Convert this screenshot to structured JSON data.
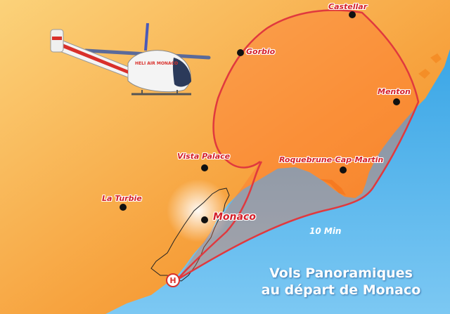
{
  "colors": {
    "land_top": "#f9c063",
    "land_bottom": "#f58a1f",
    "sea": "#5ab6ec",
    "route_stroke": "#e0393e",
    "route_fill": "#ff6a2a",
    "label": "#d4202a"
  },
  "icons": {
    "helicopter": "helicopter-icon",
    "heliport": "heliport-icon",
    "town": "town-marker-icon"
  },
  "towns": {
    "castellar": "Castellar",
    "gorbio": "Gorbio",
    "menton": "Menton",
    "vista_palace": "Vista Palace",
    "roquebrune": "Roquebrune-Cap-Martin",
    "la_turbie": "La Turbie",
    "monaco": "Monaco"
  },
  "route": {
    "duration": "10 Min"
  },
  "heliport": {
    "symbol": "H"
  },
  "helicopter": {
    "livery": "HELI AIR MONACO"
  },
  "headline": {
    "line1": "Vols Panoramiques",
    "line2": "au départ de Monaco"
  }
}
